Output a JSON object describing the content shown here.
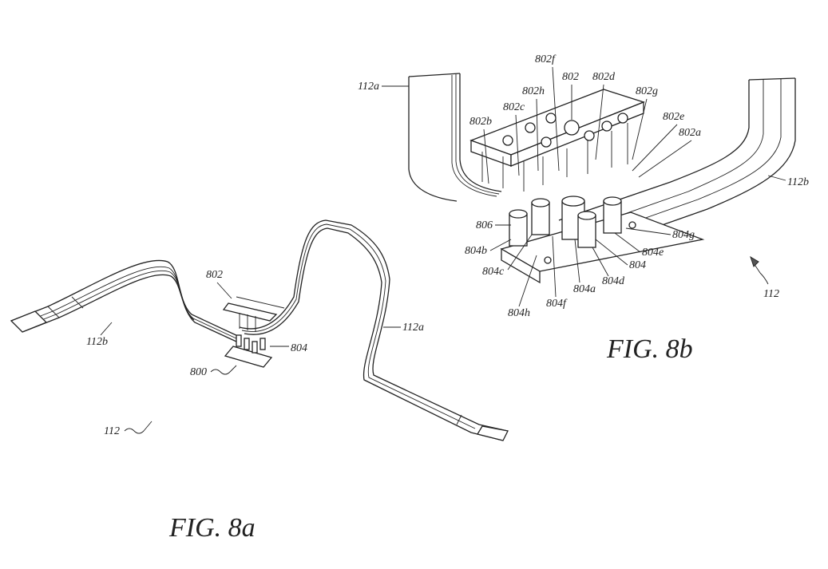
{
  "figures": {
    "fig_8a": {
      "caption": "FIG. 8a",
      "labels": {
        "ref_112": "112",
        "ref_112a": "112a",
        "ref_112b": "112b",
        "ref_800": "800",
        "ref_802": "802",
        "ref_804": "804"
      }
    },
    "fig_8b": {
      "caption": "FIG. 8b",
      "labels": {
        "ref_112": "112",
        "ref_112a": "112a",
        "ref_112b": "112b",
        "ref_802": "802",
        "ref_802a": "802a",
        "ref_802b": "802b",
        "ref_802c": "802c",
        "ref_802d": "802d",
        "ref_802e": "802e",
        "ref_802f": "802f",
        "ref_802g": "802g",
        "ref_802h": "802h",
        "ref_804": "804",
        "ref_804a": "804a",
        "ref_804b": "804b",
        "ref_804c": "804c",
        "ref_804d": "804d",
        "ref_804e": "804e",
        "ref_804f": "804f",
        "ref_804g": "804g",
        "ref_804h": "804h",
        "ref_806": "806"
      }
    }
  }
}
